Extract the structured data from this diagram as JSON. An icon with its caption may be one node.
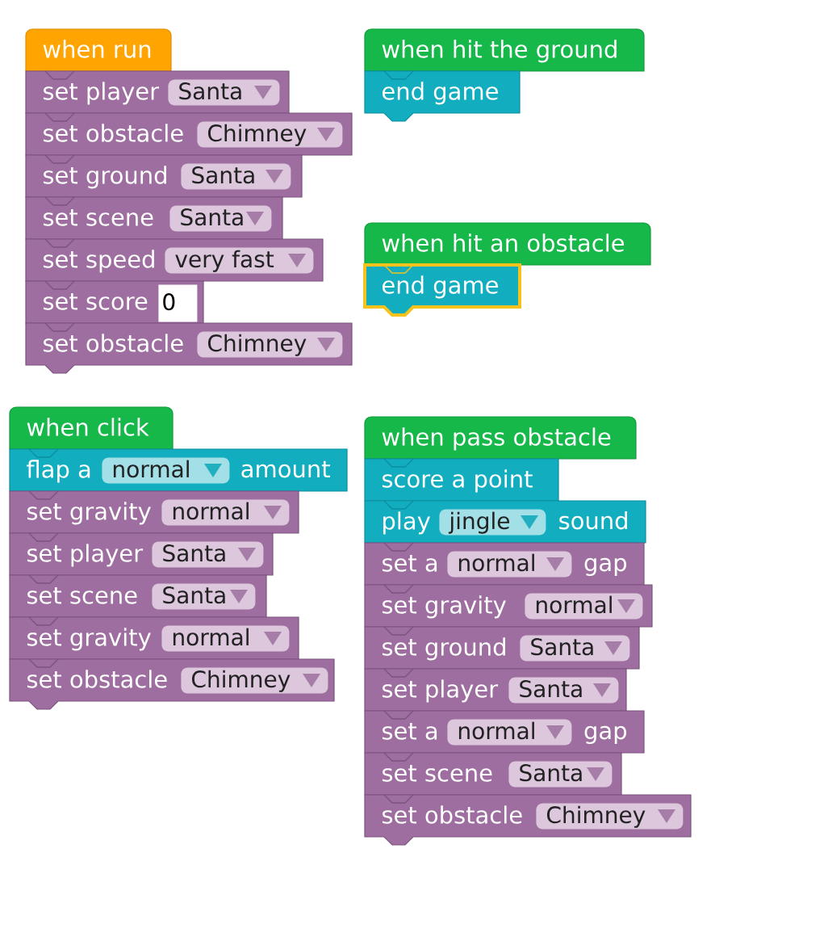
{
  "diagram": {
    "nodes": [
      {
        "text": [
          "when run"
        ]
      },
      {
        "text": [
          "set player"
        ]
      },
      {
        "text": [
          "Santa"
        ],
        "in": 1
      },
      {
        "text": [
          "set obstacle"
        ]
      },
      {
        "text": [
          "Chimney"
        ],
        "in": 3
      },
      {
        "text": [
          "set ground"
        ]
      },
      {
        "text": [
          "Santa"
        ],
        "in": 5
      },
      {
        "text": [
          "set scene"
        ]
      },
      {
        "text": [
          "Santa"
        ],
        "in": 7
      },
      {
        "text": [
          "set speed"
        ]
      },
      {
        "text": [
          "very fast"
        ],
        "in": 9
      },
      {
        "text": [
          "set score"
        ]
      },
      {
        "text": [
          "0"
        ],
        "in": 11
      },
      {
        "text": [
          "set obstacle"
        ]
      },
      {
        "text": [
          "Chimney"
        ],
        "in": 13
      },
      {
        "text": [
          "when hit the ground"
        ]
      },
      {
        "text": [
          "end game"
        ]
      },
      {
        "text": [
          "when hit an obstacle"
        ]
      },
      {
        "text": [
          "end game"
        ]
      },
      {
        "text": [
          "when click"
        ]
      },
      {
        "text": [
          "flap a",
          "amount"
        ]
      },
      {
        "text": [
          "normal"
        ],
        "in": 20
      },
      {
        "text": [
          "set gravity"
        ]
      },
      {
        "text": [
          "normal"
        ],
        "in": 22
      },
      {
        "text": [
          "set player"
        ]
      },
      {
        "text": [
          "Santa"
        ],
        "in": 24
      },
      {
        "text": [
          "set scene"
        ]
      },
      {
        "text": [
          "Santa"
        ],
        "in": 26
      },
      {
        "text": [
          "set gravity"
        ]
      },
      {
        "text": [
          "normal"
        ],
        "in": 28
      },
      {
        "text": [
          "set obstacle"
        ]
      },
      {
        "text": [
          "Chimney"
        ],
        "in": 30
      },
      {
        "text": [
          "when pass obstacle"
        ]
      },
      {
        "text": [
          "score a point"
        ]
      },
      {
        "text": [
          "play",
          "sound"
        ]
      },
      {
        "text": [
          "jingle"
        ],
        "in": 34
      },
      {
        "text": [
          "set a",
          "gap"
        ]
      },
      {
        "text": [
          "normal"
        ],
        "in": 36
      },
      {
        "text": [
          "set gravity"
        ]
      },
      {
        "text": [
          "normal"
        ],
        "in": 38
      },
      {
        "text": [
          "set ground"
        ]
      },
      {
        "text": [
          "Santa"
        ],
        "in": 40
      },
      {
        "text": [
          "set player"
        ]
      },
      {
        "text": [
          "Santa"
        ],
        "in": 42
      },
      {
        "text": [
          "set a",
          "gap"
        ]
      },
      {
        "text": [
          "normal"
        ],
        "in": 44
      },
      {
        "text": [
          "set scene"
        ]
      },
      {
        "text": [
          "Santa"
        ],
        "in": 46
      },
      {
        "text": [
          "set obstacle"
        ]
      },
      {
        "text": [
          "Chimney"
        ],
        "in": 48
      }
    ]
  }
}
